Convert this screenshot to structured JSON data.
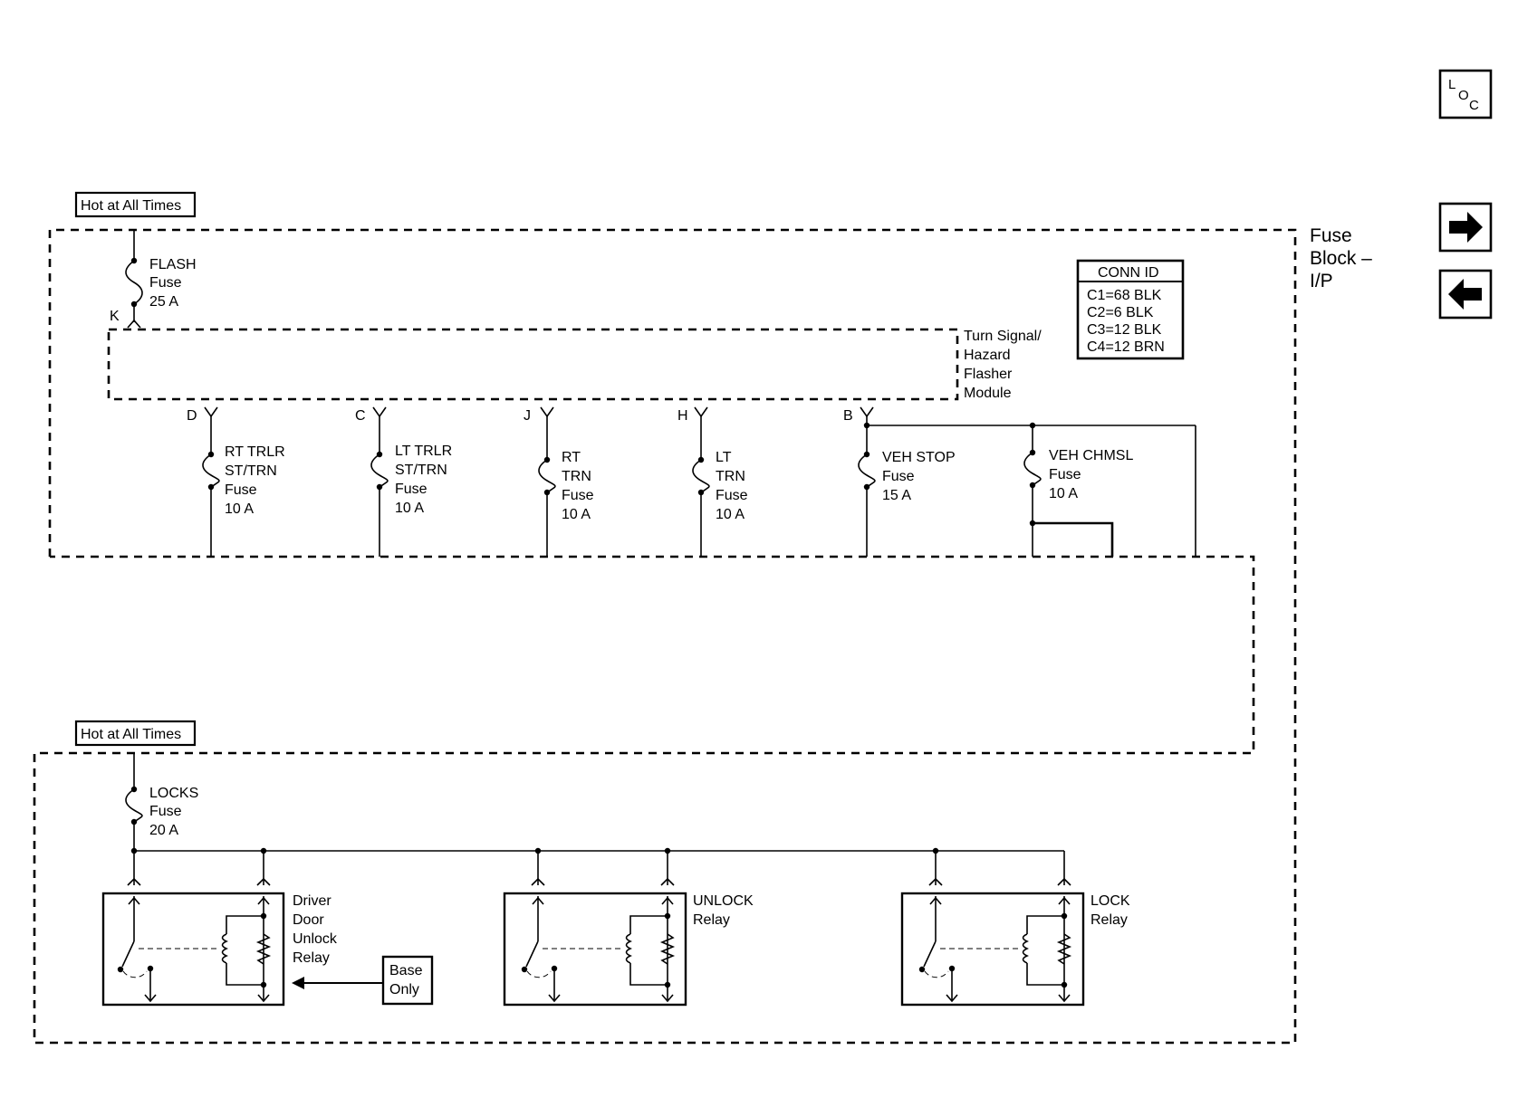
{
  "nav": {
    "loc_button": {
      "l": "L",
      "o": "O",
      "c": "C"
    },
    "forward_icon": "right-arrow-icon",
    "back_icon": "left-arrow-icon"
  },
  "power_labels": {
    "top": "Hot at All Times",
    "bottom": "Hot at All Times"
  },
  "fuse_block": {
    "title_lines": [
      "Fuse",
      "Block –",
      "I/P"
    ]
  },
  "conn_id": {
    "header": "CONN ID",
    "rows": [
      "C1=68 BLK",
      "C2=6 BLK",
      "C3=12 BLK",
      "C4=12 BRN"
    ]
  },
  "flash_fuse": {
    "lines": [
      "FLASH",
      "Fuse",
      "25 A"
    ],
    "terminal": "K"
  },
  "flasher_module": {
    "lines": [
      "Turn Signal/",
      "Hazard",
      "Flasher",
      "Module"
    ]
  },
  "output_fuses": [
    {
      "terminal": "D",
      "lines": [
        "RT TRLR",
        "ST/TRN",
        "Fuse",
        "10 A"
      ]
    },
    {
      "terminal": "C",
      "lines": [
        "LT TRLR",
        "ST/TRN",
        "Fuse",
        "10 A"
      ]
    },
    {
      "terminal": "J",
      "lines": [
        "RT",
        "TRN",
        "Fuse",
        "10 A"
      ]
    },
    {
      "terminal": "H",
      "lines": [
        "LT",
        "TRN",
        "Fuse",
        "10 A"
      ]
    },
    {
      "terminal": "B",
      "lines": [
        "VEH STOP",
        "Fuse",
        "15 A"
      ]
    },
    {
      "terminal": "",
      "lines": [
        "VEH CHMSL",
        "Fuse",
        "10 A"
      ]
    }
  ],
  "locks_fuse": {
    "lines": [
      "LOCKS",
      "Fuse",
      "20 A"
    ]
  },
  "relays": [
    {
      "lines": [
        "Driver",
        "Door",
        "Unlock",
        "Relay"
      ]
    },
    {
      "lines": [
        "UNLOCK",
        "Relay"
      ]
    },
    {
      "lines": [
        "LOCK",
        "Relay"
      ]
    }
  ],
  "base_only": {
    "lines": [
      "Base",
      "Only"
    ]
  }
}
